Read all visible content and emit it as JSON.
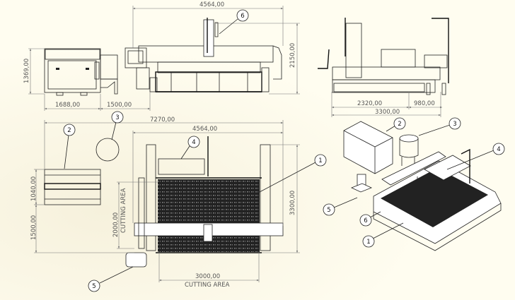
{
  "front_view": {
    "width": "4564,00",
    "height": "2150,00",
    "pump_height": "1369,00",
    "pump_width": "1688,00",
    "gap": "1500,00",
    "balloon": "6"
  },
  "side_view": {
    "dim_a": "2320,00",
    "dim_b": "980,00",
    "total": "3300,00"
  },
  "plan_view": {
    "overall_width": "7270,00",
    "machine_width": "4564,00",
    "machine_depth": "3300,00",
    "pump_depth": "1040,00",
    "pump_offset": "1500,00",
    "cutting_depth": "2000,00",
    "cutting_width": "3000,00",
    "cutting_area_label": "CUTTING AREA",
    "balloons": [
      "1",
      "2",
      "3",
      "4",
      "5"
    ]
  },
  "iso_view": {
    "balloons": [
      "1",
      "2",
      "3",
      "4",
      "5",
      "6"
    ]
  },
  "colors": {
    "background": "#fffdf0",
    "line": "#222222",
    "dimension": "#777777"
  }
}
